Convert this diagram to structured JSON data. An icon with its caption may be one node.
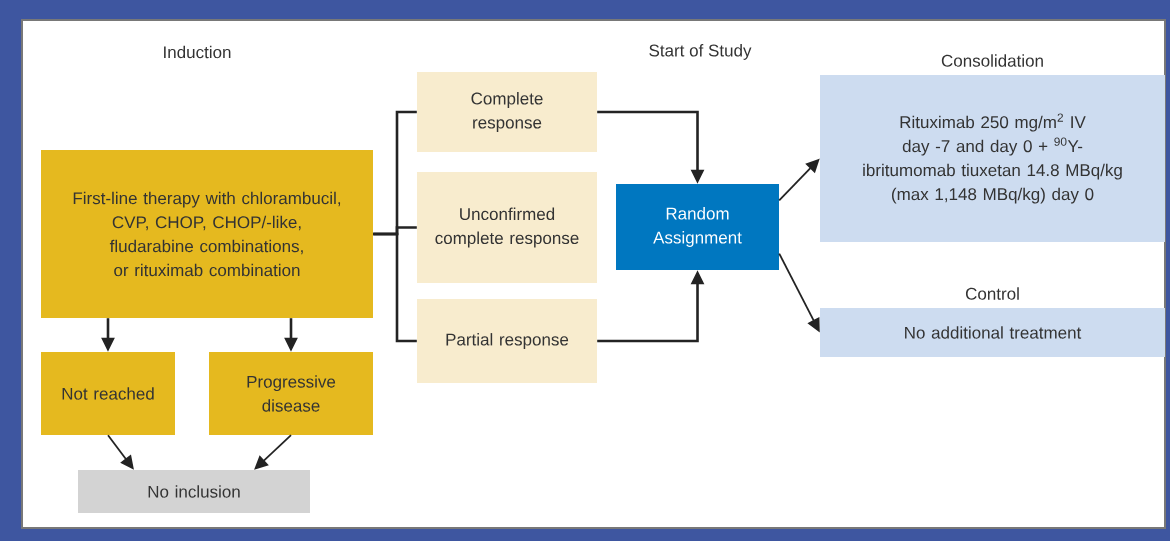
{
  "diagram": {
    "nodes": [
      {
        "text": [
          "First-line therapy with chlorambucil, CVP, CHOP, CHOP/-like, fludarabine combinations, or rituximab combination"
        ]
      },
      {
        "text": [
          "Not reached"
        ]
      },
      {
        "text": [
          "Progressive disease"
        ]
      },
      {
        "text": [
          "No inclusion"
        ]
      },
      {
        "text": [
          "Complete response"
        ]
      },
      {
        "text": [
          "Unconfirmed complete response"
        ]
      },
      {
        "text": [
          "Partial response"
        ]
      },
      {
        "text": [
          "Random Assignment"
        ]
      },
      {
        "text": [
          "Consolidation",
          "Rituximab 250 mg/m$^{2}$ IV day -7 and day 0 + $^{90}$Y-ibritumomab tiuxetan 14.8 MBq/kg (max 1,148 MBq/kg) day 0"
        ]
      },
      {
        "text": [
          "Control",
          "No additional treatment"
        ]
      }
    ],
    "edges": [
      {
        "from": 0,
        "to": 4,
        "arrow": "none"
      },
      {
        "from": 0,
        "to": 5,
        "arrow": "none"
      },
      {
        "from": 0,
        "to": 6,
        "arrow": "none"
      },
      {
        "from": 4,
        "to": 7,
        "arrow": "to"
      },
      {
        "from": 6,
        "to": 7,
        "arrow": "to"
      },
      {
        "from": 7,
        "to": 8,
        "arrow": "to"
      },
      {
        "from": 7,
        "to": 9,
        "arrow": "to"
      },
      {
        "from": 0,
        "to": 1,
        "arrow": "to"
      },
      {
        "from": 0,
        "to": 2,
        "arrow": "to"
      },
      {
        "from": 1,
        "to": 3,
        "arrow": "to"
      },
      {
        "from": 2,
        "to": 3,
        "arrow": "to"
      }
    ],
    "labels": [
      "Induction",
      "Start of Study"
    ]
  }
}
